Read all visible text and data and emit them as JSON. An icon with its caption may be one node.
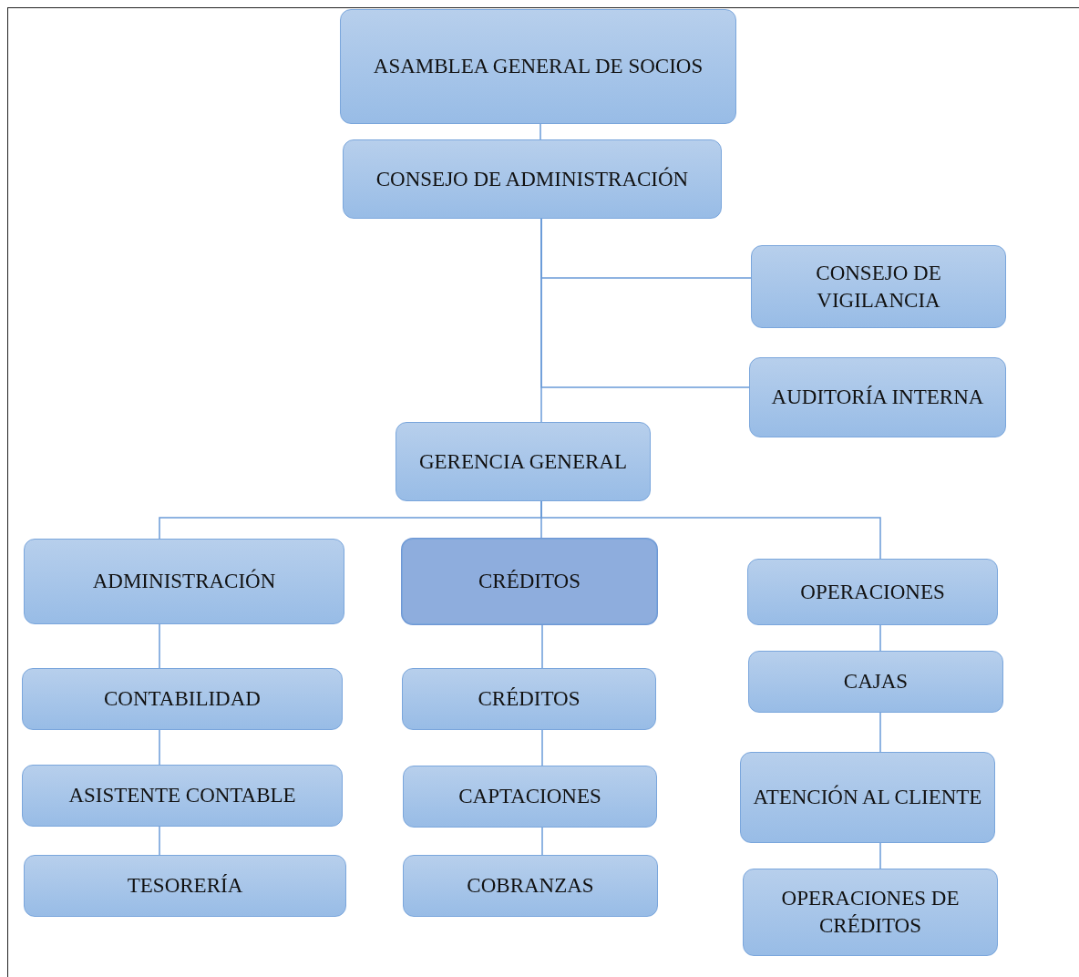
{
  "diagram": {
    "nodes": [
      {
        "text": [
          "ASAMBLEA GENERAL DE SOCIOS"
        ]
      },
      {
        "text": [
          "CONSEJO DE ADMINISTRACIÓN"
        ]
      },
      {
        "text": [
          "CONSEJO DE VIGILANCIA"
        ]
      },
      {
        "text": [
          "AUDITORÍA INTERNA"
        ]
      },
      {
        "text": [
          "GERENCIA GENERAL"
        ]
      },
      {
        "text": [
          "ADMINISTRACIÓN"
        ]
      },
      {
        "text": [
          "CRÉDITOS"
        ]
      },
      {
        "text": [
          "OPERACIONES"
        ]
      },
      {
        "text": [
          "CONTABILIDAD"
        ]
      },
      {
        "text": [
          "ASISTENTE CONTABLE"
        ]
      },
      {
        "text": [
          "TESORERÍA"
        ]
      },
      {
        "text": [
          "CRÉDITOS"
        ]
      },
      {
        "text": [
          "CAPTACIONES"
        ]
      },
      {
        "text": [
          "COBRANZAS"
        ]
      },
      {
        "text": [
          "CAJAS"
        ]
      },
      {
        "text": [
          "ATENCIÓN AL CLIENTE"
        ]
      },
      {
        "text": [
          "OPERACIONES DE CRÉDITOS"
        ]
      }
    ],
    "edges": [
      {
        "from": 0,
        "to": 1,
        "arrow": "none"
      },
      {
        "from": 1,
        "to": 2,
        "arrow": "none"
      },
      {
        "from": 1,
        "to": 3,
        "arrow": "none"
      },
      {
        "from": 1,
        "to": 4,
        "arrow": "none"
      },
      {
        "from": 4,
        "to": 5,
        "arrow": "none"
      },
      {
        "from": 4,
        "to": 6,
        "arrow": "none"
      },
      {
        "from": 4,
        "to": 7,
        "arrow": "none"
      },
      {
        "from": 5,
        "to": 8,
        "arrow": "none"
      },
      {
        "from": 8,
        "to": 9,
        "arrow": "none"
      },
      {
        "from": 9,
        "to": 10,
        "arrow": "none"
      },
      {
        "from": 6,
        "to": 11,
        "arrow": "none"
      },
      {
        "from": 11,
        "to": 12,
        "arrow": "none"
      },
      {
        "from": 12,
        "to": 13,
        "arrow": "none"
      },
      {
        "from": 7,
        "to": 14,
        "arrow": "none"
      },
      {
        "from": 14,
        "to": 15,
        "arrow": "none"
      },
      {
        "from": 15,
        "to": 16,
        "arrow": "none"
      }
    ]
  }
}
